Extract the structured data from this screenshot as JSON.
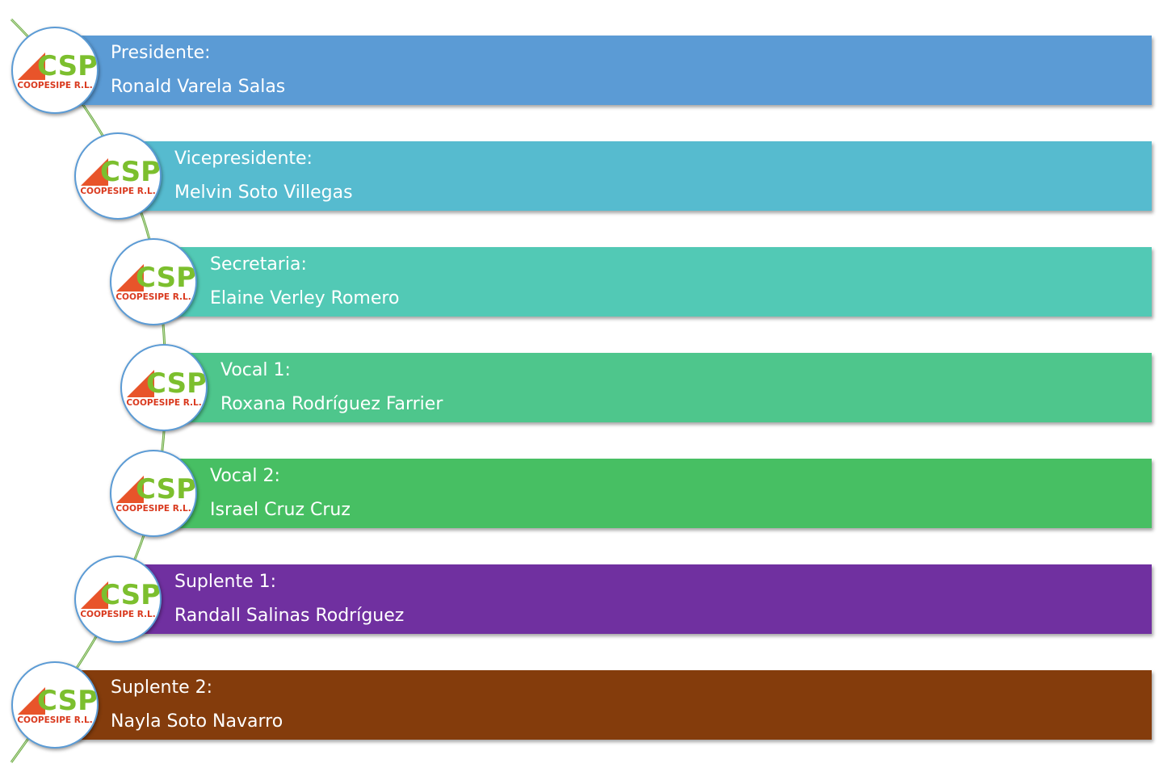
{
  "logo": {
    "mark_text": "CSP",
    "org_text": "COOPESIPE R.L.",
    "colors": {
      "triangle": "#e8542a",
      "text_green": "#7cbf2e",
      "org_red": "#d9391e"
    },
    "icon_name": "coopesipe-logo"
  },
  "members": [
    {
      "role": "Presidente:",
      "name": "Ronald Varela Salas",
      "color": "#5b9bd5"
    },
    {
      "role": "Vicepresidente:",
      "name": "Melvin Soto Villegas",
      "color": "#56bbcf"
    },
    {
      "role": "Secretaria:",
      "name": "Elaine Verley Romero",
      "color": "#52c9b5"
    },
    {
      "role": "Vocal 1:",
      "name": "Roxana Rodríguez Farrier",
      "color": "#4ec68c"
    },
    {
      "role": "Vocal 2:",
      "name": "Israel Cruz Cruz",
      "color": "#47bf63"
    },
    {
      "role": "Suplente 1:",
      "name": "Randall Salinas Rodríguez",
      "color": "#7030a0"
    },
    {
      "role": "Suplente 2:",
      "name": "Nayla Soto Navarro",
      "color": "#843c0c"
    }
  ],
  "connector_color": "#70ad47"
}
